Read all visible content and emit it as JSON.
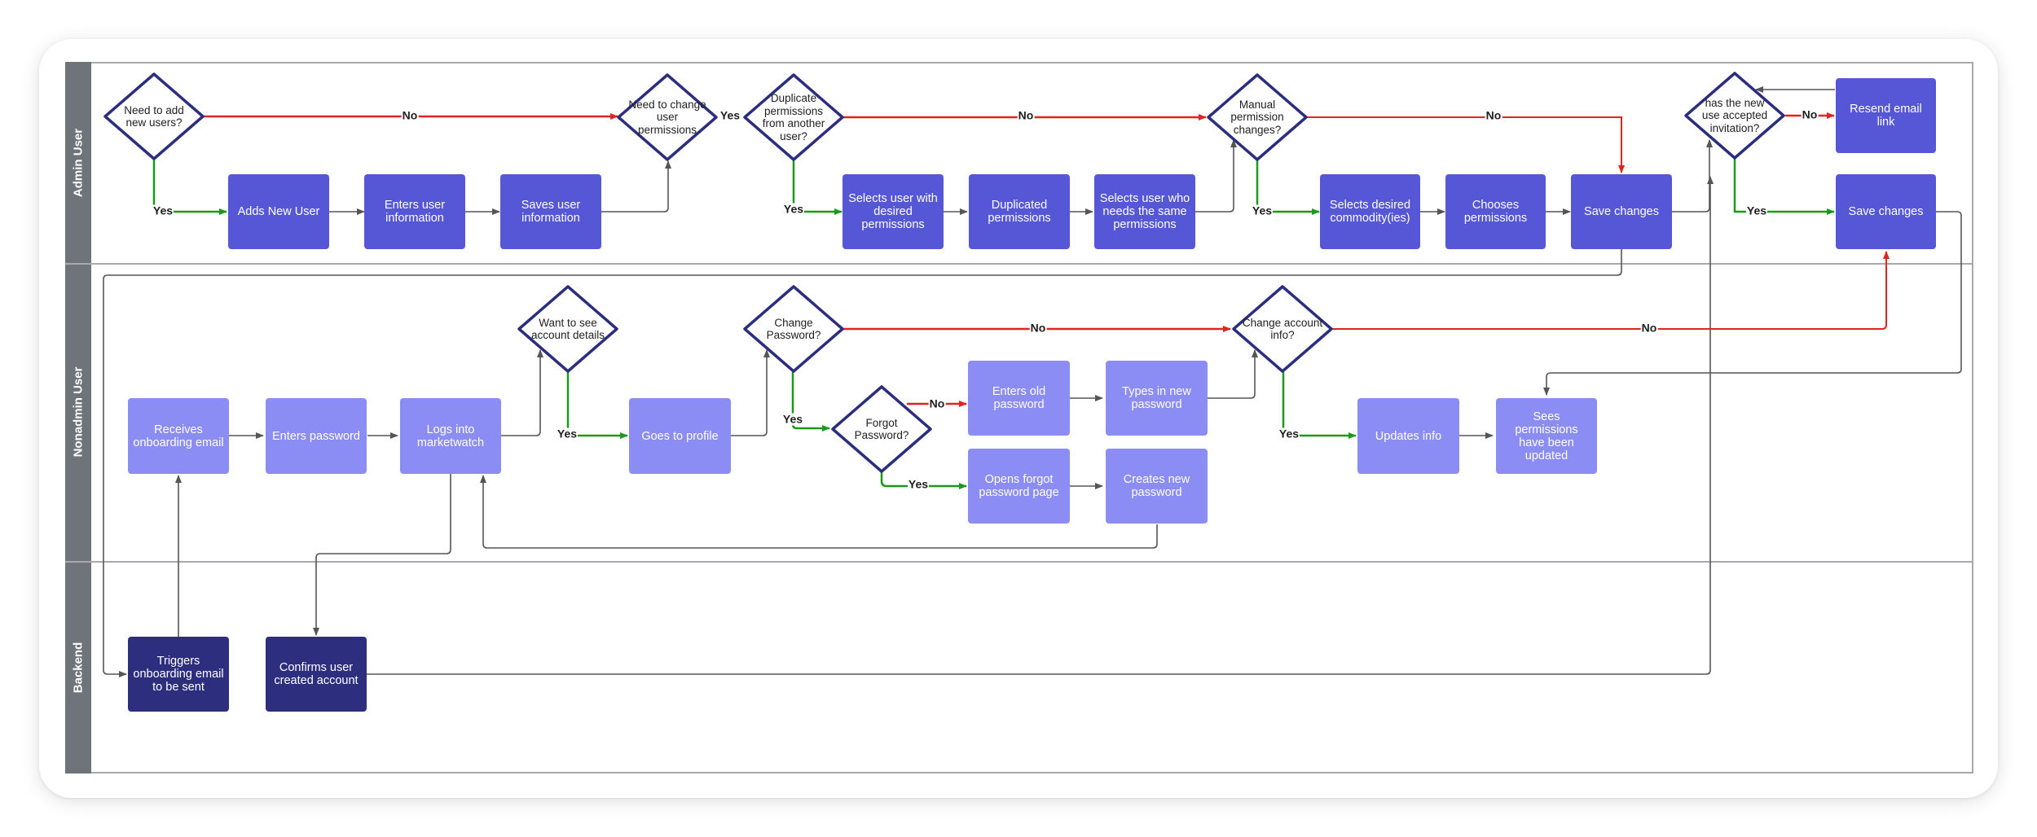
{
  "colors": {
    "admin_box": "#5557d6",
    "nonadmin_box": "#8b8df5",
    "backend_box": "#2d2e7e",
    "lane_header": "#6f737a",
    "yes_edge": "#1a9a1a",
    "no_edge": "#e02424",
    "neutral_edge": "#555555",
    "diamond_stroke": "#2b2d7e"
  },
  "lanes": {
    "admin": "Admin User",
    "nonadmin": "Nonadmin User",
    "backend": "Backend"
  },
  "decisions": {
    "need_add_users": "Need to add new users?",
    "change_user_permissions": "Need to change user permissions",
    "duplicate_permissions": "Duplicate permissions from another user?",
    "manual_permission_changes": "Manual permission changes?",
    "accepted_invitation": "has the new use accepted invitation?",
    "see_account_details": "Want to see account details",
    "change_password": "Change Password?",
    "forgot_password": "Forgot Password?",
    "change_account_info": "Change account info?"
  },
  "steps": {
    "adds_new_user": "Adds New User",
    "enters_user_information": "Enters user information",
    "saves_user_information": "Saves user information",
    "selects_user_desired_permissions": "Selects user with desired permissions",
    "duplicated_permissions": "Duplicated permissions",
    "selects_user_same_permissions": "Selects user who needs the same permissions",
    "selects_desired_commodities": "Selects desired commodity(ies)",
    "chooses_permissions": "Chooses permissions",
    "save_changes_1": "Save changes",
    "resend_email_link": "Resend email link",
    "save_changes_2": "Save changes",
    "receives_onboarding_email": "Receives onboarding email",
    "enters_password": "Enters password",
    "logs_into_marketwatch": "Logs into marketwatch",
    "goes_to_profile": "Goes to profile",
    "enters_old_password": "Enters old password",
    "types_in_new_password": "Types in new password",
    "opens_forgot_password_page": "Opens forgot password page",
    "creates_new_password": "Creates new password",
    "updates_info": "Updates info",
    "sees_permissions_updated": "Sees permissions have been updated",
    "triggers_onboarding_email": "Triggers onboarding email to be sent",
    "confirms_user_created": "Confirms user created account"
  },
  "edge_labels": {
    "yes": "Yes",
    "no": "No"
  }
}
